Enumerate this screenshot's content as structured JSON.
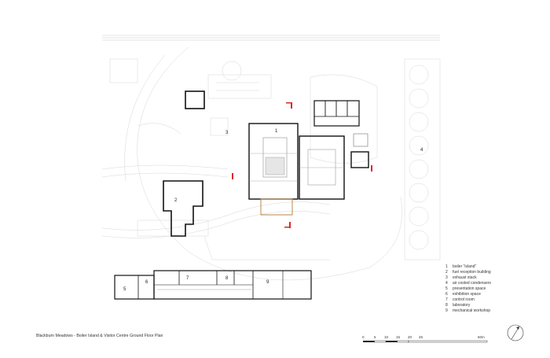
{
  "caption": "Blackburn Meadows - Boiler Island & Visitor Centre Ground Floor Plan",
  "room_labels": [
    "1",
    "2",
    "3",
    "4",
    "5",
    "6",
    "7",
    "8",
    "9"
  ],
  "legend": [
    {
      "num": "1",
      "text": "boiler \"island\""
    },
    {
      "num": "2",
      "text": "fuel reception building"
    },
    {
      "num": "3",
      "text": "exhaust stack"
    },
    {
      "num": "4",
      "text": "air cooled condensers"
    },
    {
      "num": "5",
      "text": "presentation space"
    },
    {
      "num": "6",
      "text": "exhibition space"
    },
    {
      "num": "7",
      "text": "control room"
    },
    {
      "num": "8",
      "text": "laboratory"
    },
    {
      "num": "9",
      "text": "mechanical workshop"
    }
  ],
  "scale_bar": {
    "ticks": [
      "0",
      "5",
      "10",
      "15",
      "20",
      "25"
    ],
    "end_label": "50m"
  },
  "north_arrow": "north-arrow-icon"
}
